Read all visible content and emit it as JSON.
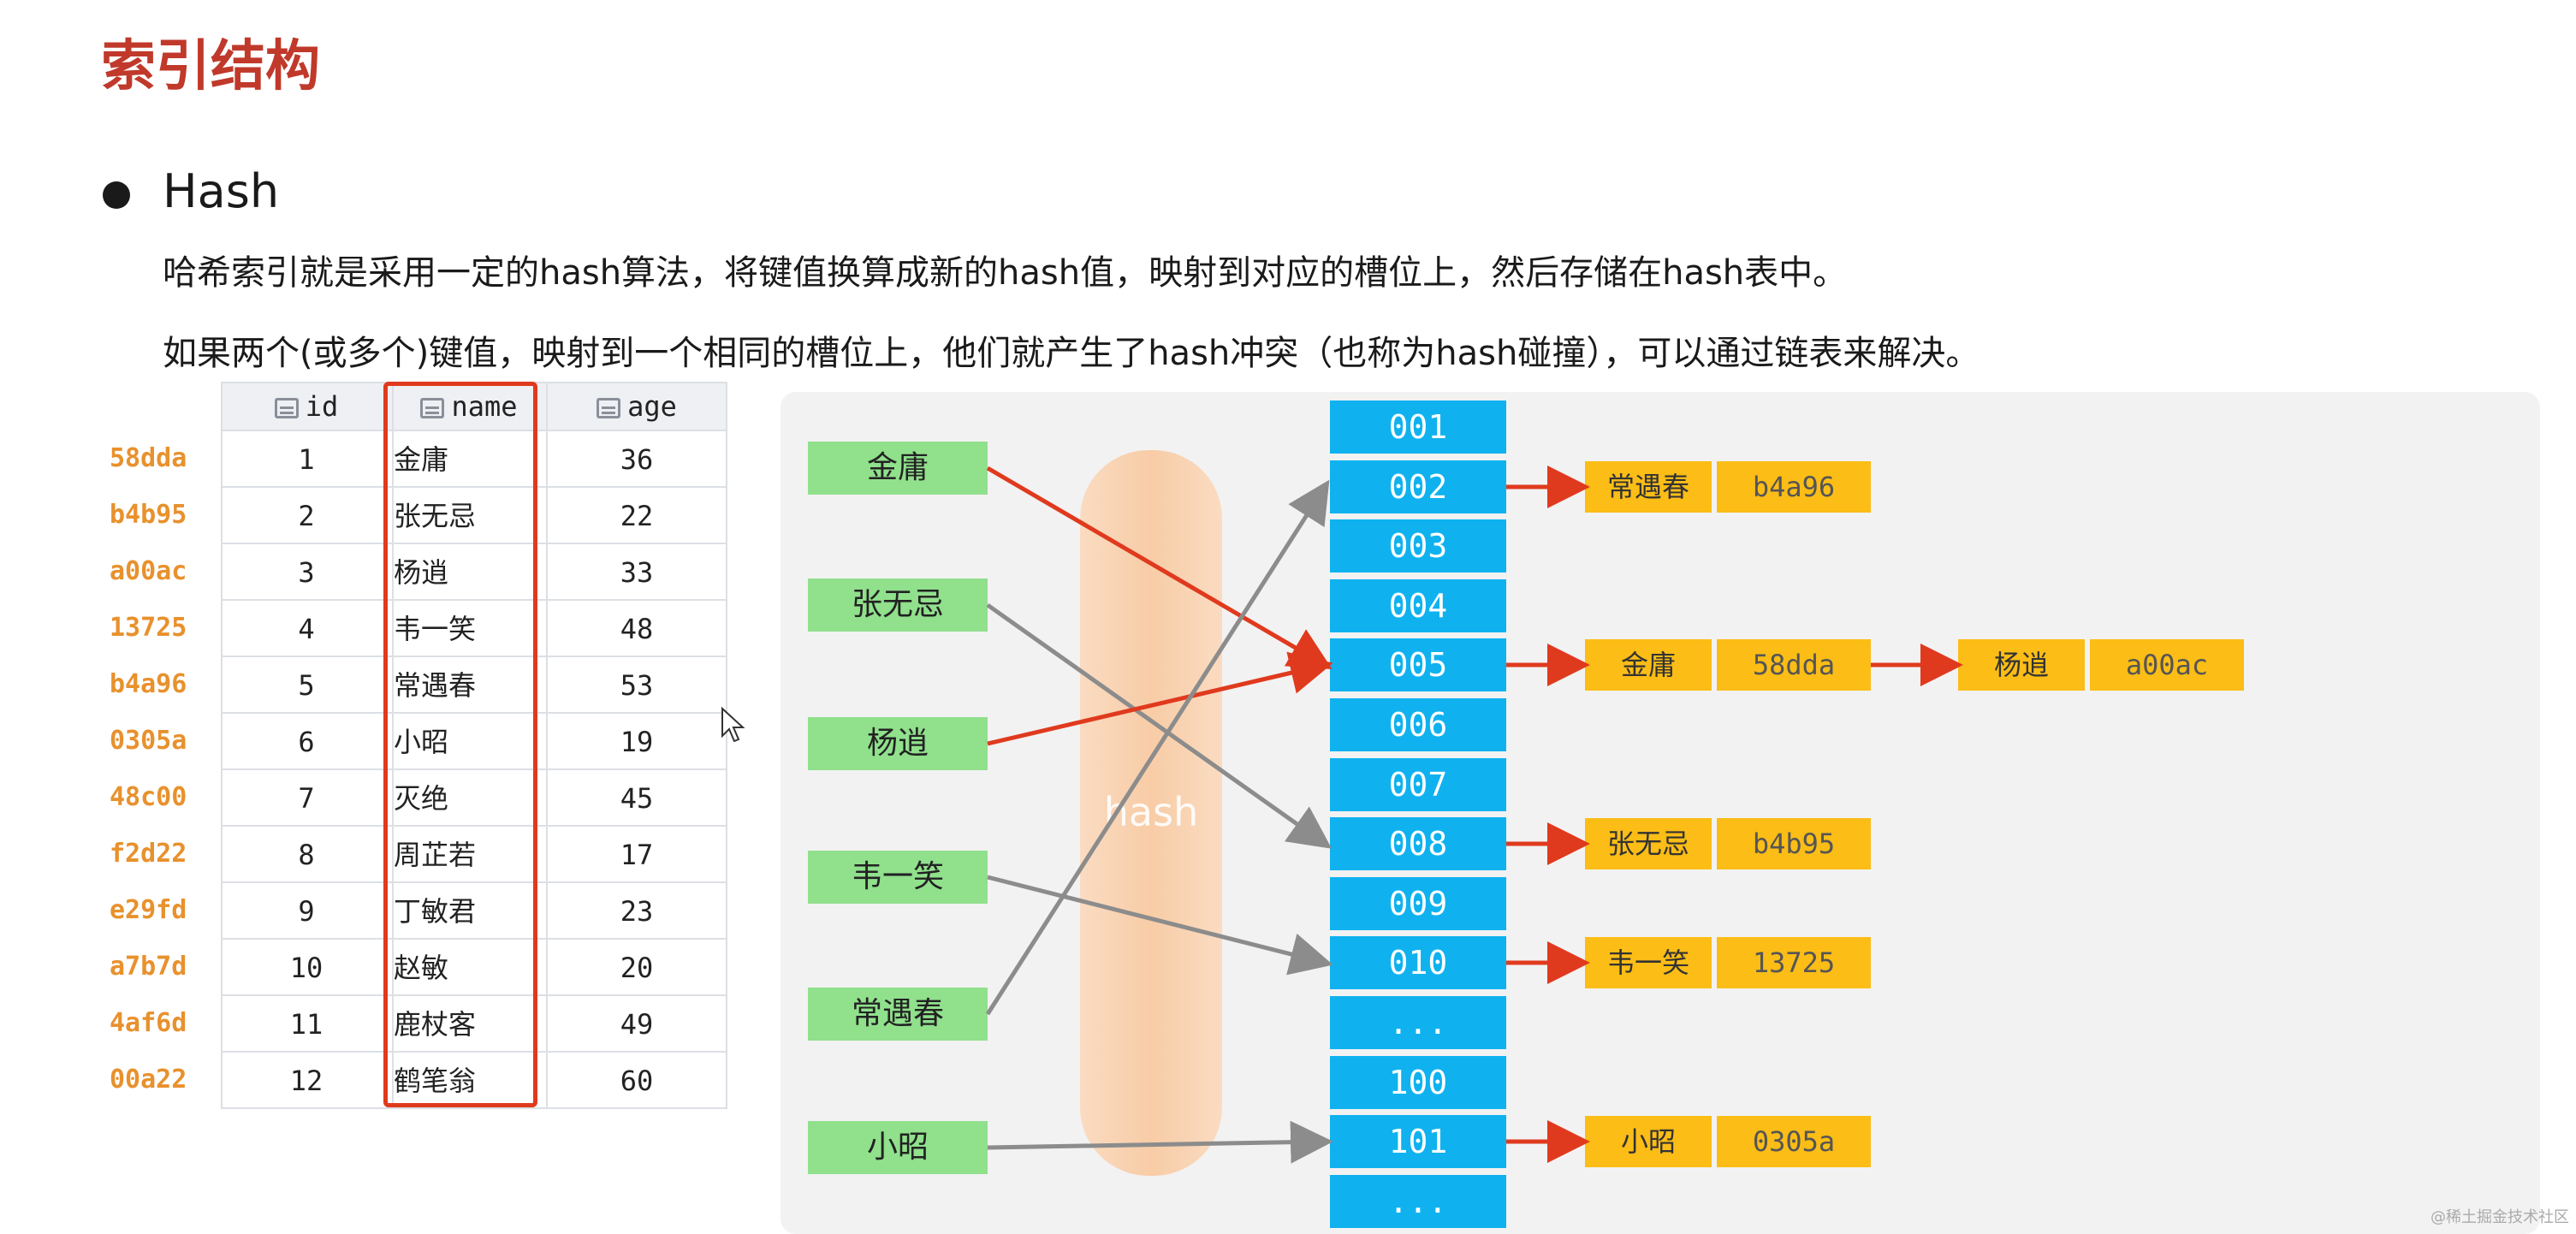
{
  "page": {
    "title": "索引结构",
    "section": "Hash",
    "paragraph1": "哈希索引就是采用一定的hash算法，将键值换算成新的hash值，映射到对应的槽位上，然后存储在hash表中。",
    "paragraph2": "如果两个(或多个)键值，映射到一个相同的槽位上，他们就产生了hash冲突（也称为hash碰撞），可以通过链表来解决。",
    "watermark": "@稀土掘金技术社区"
  },
  "table": {
    "columns": [
      "id",
      "name",
      "age"
    ],
    "hash_values": [
      "58dda",
      "b4b95",
      "a00ac",
      "13725",
      "b4a96",
      "0305a",
      "48c00",
      "f2d22",
      "e29fd",
      "a7b7d",
      "4af6d",
      "00a22"
    ],
    "rows": [
      {
        "id": "1",
        "name": "金庸",
        "age": "36"
      },
      {
        "id": "2",
        "name": "张无忌",
        "age": "22"
      },
      {
        "id": "3",
        "name": "杨逍",
        "age": "33"
      },
      {
        "id": "4",
        "name": "韦一笑",
        "age": "48"
      },
      {
        "id": "5",
        "name": "常遇春",
        "age": "53"
      },
      {
        "id": "6",
        "name": "小昭",
        "age": "19"
      },
      {
        "id": "7",
        "name": "灭绝",
        "age": "45"
      },
      {
        "id": "8",
        "name": "周芷若",
        "age": "17"
      },
      {
        "id": "9",
        "name": "丁敏君",
        "age": "23"
      },
      {
        "id": "10",
        "name": "赵敏",
        "age": "20"
      },
      {
        "id": "11",
        "name": "鹿杖客",
        "age": "49"
      },
      {
        "id": "12",
        "name": "鹤笔翁",
        "age": "60"
      }
    ]
  },
  "diagram": {
    "band_label": "hash",
    "keys": [
      "金庸",
      "张无忌",
      "杨逍",
      "韦一笑",
      "常遇春",
      "小昭"
    ],
    "slots": [
      "001",
      "002",
      "003",
      "004",
      "005",
      "006",
      "007",
      "008",
      "009",
      "010",
      "...",
      "100",
      "101",
      "..."
    ],
    "entries": [
      {
        "slot": "002",
        "name": "常遇春",
        "hash": "b4a96"
      },
      {
        "slot": "005",
        "name": "金庸",
        "hash": "58dda"
      },
      {
        "slot": "005",
        "name": "杨逍",
        "hash": "a00ac"
      },
      {
        "slot": "008",
        "name": "张无忌",
        "hash": "b4b95"
      },
      {
        "slot": "010",
        "name": "韦一笑",
        "hash": "13725"
      },
      {
        "slot": "101",
        "name": "小昭",
        "hash": "0305a"
      }
    ],
    "mappings": [
      {
        "key": "金庸",
        "slot": "005",
        "color": "#e03a1e"
      },
      {
        "key": "张无忌",
        "slot": "008",
        "color": "#8c8c8c"
      },
      {
        "key": "杨逍",
        "slot": "005",
        "color": "#e03a1e"
      },
      {
        "key": "韦一笑",
        "slot": "010",
        "color": "#8c8c8c"
      },
      {
        "key": "常遇春",
        "slot": "002",
        "color": "#8c8c8c"
      },
      {
        "key": "小昭",
        "slot": "101",
        "color": "#8c8c8c"
      }
    ],
    "colors": {
      "key_box": "#90e08c",
      "slot_box": "#0fb2ef",
      "entry_box": "#fbbd16",
      "collision_arrow": "#e03a1e",
      "normal_arrow": "#8c8c8c",
      "title": "#c0392b"
    }
  }
}
